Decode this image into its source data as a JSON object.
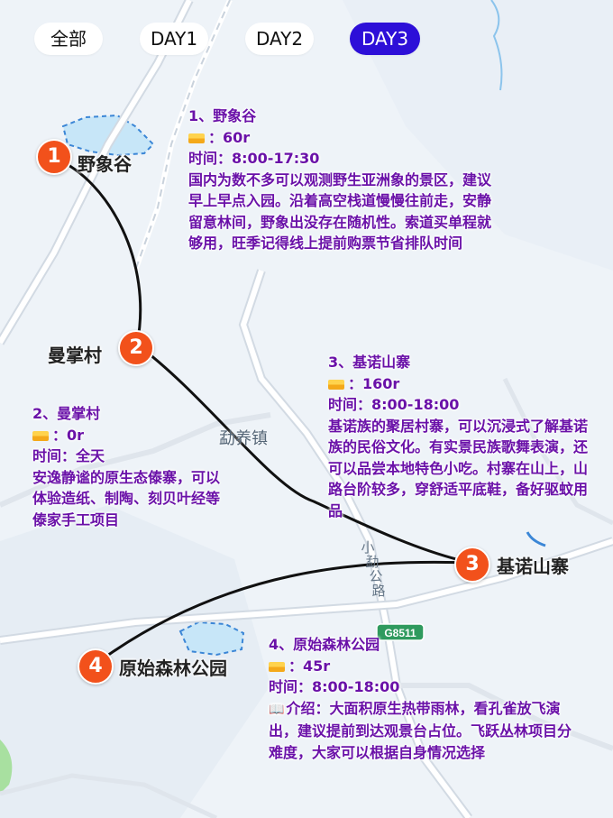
{
  "tabs": [
    {
      "label": "全部",
      "active": false
    },
    {
      "label": "DAY1",
      "active": false
    },
    {
      "label": "DAY2",
      "active": false
    },
    {
      "label": "DAY3",
      "active": true
    }
  ],
  "map": {
    "road_labels": [
      "小",
      "勐",
      "公",
      "路"
    ],
    "road_badge": "G8511",
    "town_label": "勐养镇"
  },
  "stops": [
    {
      "number": "1",
      "map_label": "野象谷",
      "title": "1、野象谷",
      "price": "：60r",
      "hours": "时间：8:00-17:30",
      "desc": "国内为数不多可以观测野生亚洲象的景区，建议早上早点入园。沿着高空栈道慢慢往前走，安静留意林间，野象出没存在随机性。索道买单程就够用，旺季记得线上提前购票节省排队时间"
    },
    {
      "number": "2",
      "map_label": "曼掌村",
      "title": "2、曼掌村",
      "price": "：0r",
      "hours": "时间：全天",
      "desc": "安逸静谧的原生态傣寨，可以体验造纸、制陶、刻贝叶经等傣家手工项目"
    },
    {
      "number": "3",
      "map_label": "基诺山寨",
      "title": "3、基诺山寨",
      "price": "：160r",
      "hours": "时间：8:00-18:00",
      "desc": "基诺族的聚居村寨，可以沉浸式了解基诺族的民俗文化。有实景民族歌舞表演，还可以品尝本地特色小吃。村寨在山上，山路台阶较多，穿舒适平底鞋，备好驱蚊用品"
    },
    {
      "number": "4",
      "map_label": "原始森林公园",
      "title": "4、原始森林公园",
      "price": "：45r",
      "hours": "时间：8:00-18:00",
      "desc": "介绍：大面积原生热带雨林，看孔雀放飞演出，建议提前到达观景台占位。飞跃丛林项目分难度，大家可以根据自身情况选择"
    }
  ],
  "colors": {
    "tab_active": "#2d0fd8",
    "marker": "#f2511b",
    "info_text": "#6a11a8",
    "route": "#111111"
  }
}
